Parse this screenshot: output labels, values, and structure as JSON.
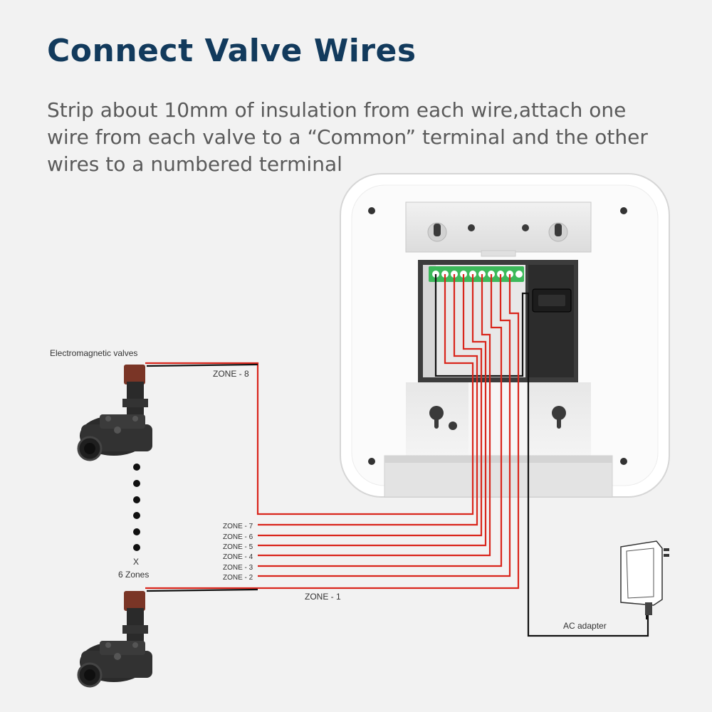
{
  "page": {
    "title": "Connect Valve Wires",
    "description": "Strip about 10mm of insulation from each wire,attach one wire from each valve to a “Common” terminal and the other wires to a numbered terminal"
  },
  "labels": {
    "valves": "Electromagnetic valves",
    "zone8": "ZONE - 8",
    "zone7": "ZONE - 7",
    "zone6": "ZONE - 6",
    "zone5": "ZONE - 5",
    "zone4": "ZONE - 4",
    "zone3": "ZONE - 3",
    "zone2": "ZONE - 2",
    "zone1": "ZONE - 1",
    "multiplier": "X",
    "zones_count": "6 Zones",
    "adapter": "AC adapter"
  },
  "colors": {
    "title": "#123a5c",
    "wire_zone": "#d9261c",
    "wire_common": "#111111"
  },
  "icons": [
    "controller-unit",
    "terminal-block",
    "solenoid-valve-icon",
    "ac-adapter-icon"
  ]
}
